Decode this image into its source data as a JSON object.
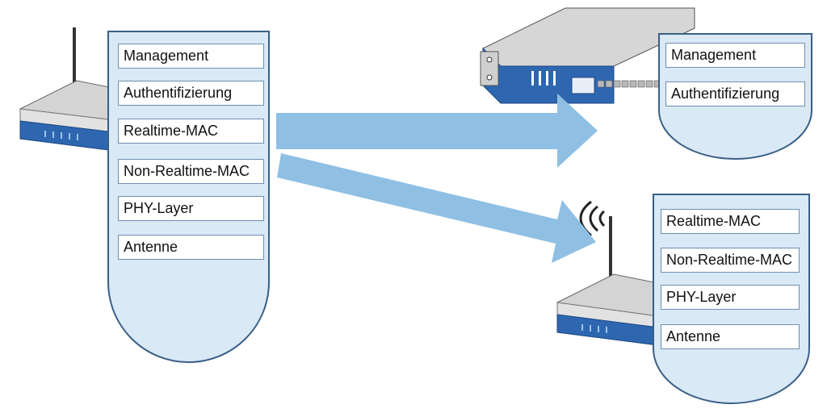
{
  "source_stack": {
    "layers": [
      "Management",
      "Authentifizierung",
      "Realtime-MAC",
      "Non-Realtime-MAC",
      "PHY-Layer",
      "Antenne"
    ]
  },
  "controller_stack": {
    "layers": [
      "Management",
      "Authentifizierung"
    ]
  },
  "access_point_stack": {
    "layers": [
      "Realtime-MAC",
      "Non-Realtime-MAC",
      "PHY-Layer",
      "Antenne"
    ]
  },
  "colors": {
    "stack_fill": "#d9e9f6",
    "stack_border": "#3a5f86",
    "arrow": "#8fc0e4",
    "device_blue": "#2e66b0",
    "device_gray": "#c8c8c8"
  },
  "icons": [
    "wireless-router-icon",
    "rack-switch-icon",
    "wireless-access-point-icon"
  ]
}
